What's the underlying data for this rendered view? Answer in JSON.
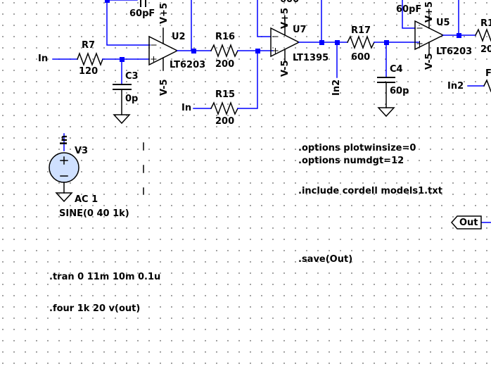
{
  "app": "LTspice schematic editor",
  "components": {
    "R7": {
      "name": "R7",
      "value": "120"
    },
    "R16": {
      "name": "R16",
      "value": "200"
    },
    "R15": {
      "name": "R15",
      "value": "200"
    },
    "R17": {
      "name": "R17",
      "value": "600"
    },
    "R_top_partial": {
      "name": "",
      "value": "600"
    },
    "R_right_partial": {
      "name": "R1",
      "value": "20"
    },
    "R_right_partial2": {
      "name": "F"
    },
    "C3": {
      "name": "C3",
      "value": "0p"
    },
    "C4": {
      "name": "C4",
      "value": "60p"
    },
    "C_fb_u2": {
      "value": "60pF"
    },
    "C_fb_u5": {
      "value": "60pF"
    },
    "U2": {
      "name": "U2",
      "model": "LT6203"
    },
    "U7": {
      "name": "U7",
      "model": "LT1395"
    },
    "U5": {
      "name": "U5",
      "model": "LT6203"
    },
    "V3": {
      "name": "V3",
      "ac": "AC 1",
      "source": "SINE(0 40 1k)"
    }
  },
  "supplies": {
    "pos": "V+5",
    "neg": "V-5"
  },
  "nets": {
    "in": "In",
    "in2": "In2",
    "out": "Out"
  },
  "directives": {
    "plotwinsize": ".options plotwinsize=0",
    "numdgt": ".options numdgt=12",
    "include": ".include cordell models1.txt",
    "save": ".save(Out)",
    "tran": ".tran 0 11m 10m 0.1u",
    "four": ".four 1k 20 v(out)"
  },
  "colors": {
    "wire": "#0000ff",
    "component": "#000000",
    "junction": "#0000ff",
    "source_fill": "#cfe0ff",
    "grid_dot": "#8a8a8a"
  },
  "icons": {
    "ground": "ground-icon",
    "voltage_source": "sine-source-icon",
    "opamp": "opamp-icon",
    "resistor": "resistor-icon",
    "capacitor": "capacitor-icon"
  }
}
